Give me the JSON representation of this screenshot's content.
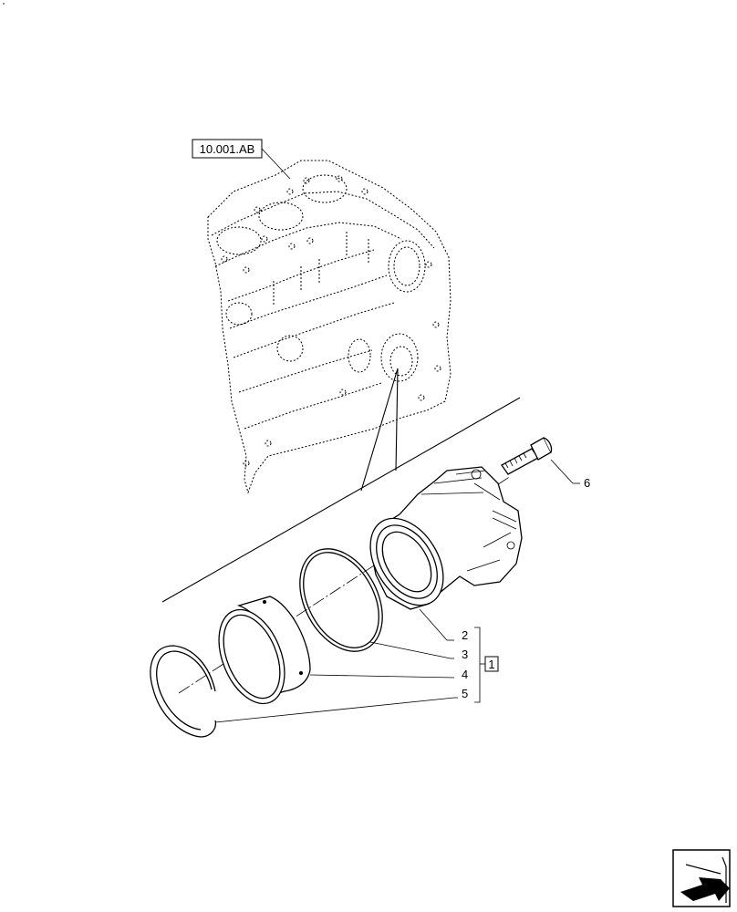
{
  "reference_label": "10.001.AB",
  "callouts": {
    "item2": "2",
    "item3": "3",
    "item4": "4",
    "item5": "5",
    "item6": "6",
    "group": "1"
  },
  "icons": {
    "nav": "next-page-arrow-icon"
  }
}
